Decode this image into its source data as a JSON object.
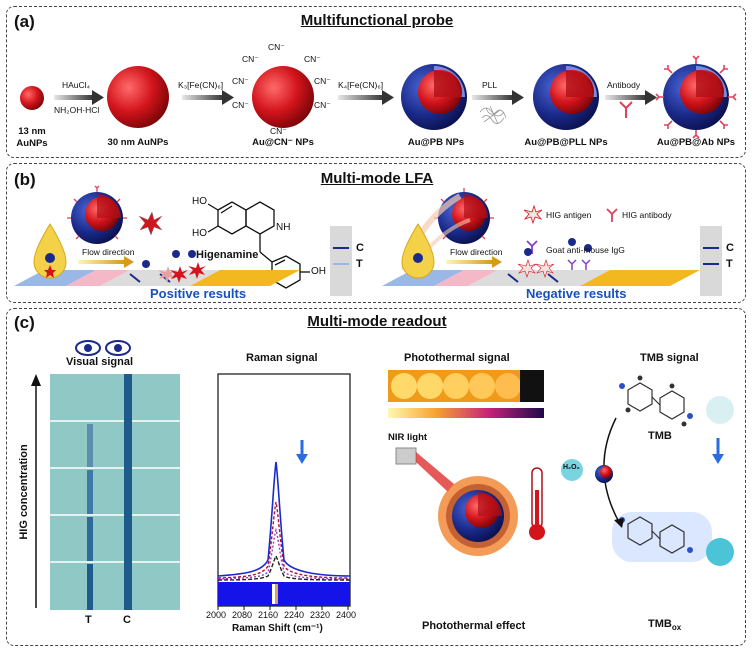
{
  "panel_a": {
    "label": "(a)",
    "title": "Multifunctional probe",
    "particles": [
      {
        "name": "13 nm",
        "name2": "AuNPs"
      },
      {
        "name": "30 nm AuNPs"
      },
      {
        "name": "Au@CN⁻ NPs"
      },
      {
        "name": "Au@PB NPs"
      },
      {
        "name": "Au@PB@PLL NPs"
      },
      {
        "name": "Au@PB@Ab NPs"
      }
    ],
    "arrows": [
      {
        "top": "HAuCl₄",
        "bottom": "NH₂OH·HCl"
      },
      {
        "top": "K₃[Fe(CN)₆]"
      },
      {
        "top": "K₄[Fe(CN)₆]"
      },
      {
        "top": "PLL"
      },
      {
        "top": "Antibody"
      }
    ],
    "cn_label": "CN⁻"
  },
  "panel_b": {
    "label": "(b)",
    "title": "Multi-mode LFA",
    "molecule_name": "Higenamine",
    "mol_labels": {
      "ho1": "HO",
      "ho2": "HO",
      "nh": "NH",
      "oh": "OH"
    },
    "flow_label": "Flow direction",
    "positive": "Positive results",
    "negative": "Negative results",
    "legend": [
      "HIG antigen",
      "HIG antibody",
      "Goat anti-mouse IgG"
    ],
    "line_c": "C",
    "line_t": "T"
  },
  "panel_c": {
    "label": "(c)",
    "title": "Multi-mode readout",
    "visual": {
      "title": "Visual signal",
      "ylabel": "HIG concentration",
      "t": "T",
      "c": "C"
    },
    "raman": {
      "title": "Raman signal",
      "xlabel": "Raman Shift (cm⁻¹)",
      "ticks": [
        "2000",
        "2080",
        "2160",
        "2240",
        "2320",
        "2400"
      ]
    },
    "photothermal": {
      "title": "Photothermal signal",
      "nir": "NIR light",
      "effect": "Photothermal effect"
    },
    "tmb": {
      "title": "TMB signal",
      "tmb": "TMB",
      "tmbox": "TMB",
      "ox": "ox",
      "h2o2": "H₂O₂"
    }
  },
  "colors": {
    "navy": "#1b2a8a",
    "red": "#c8121c",
    "yellow": "#f2b81f",
    "strip_blue": "#9ab8e6"
  }
}
